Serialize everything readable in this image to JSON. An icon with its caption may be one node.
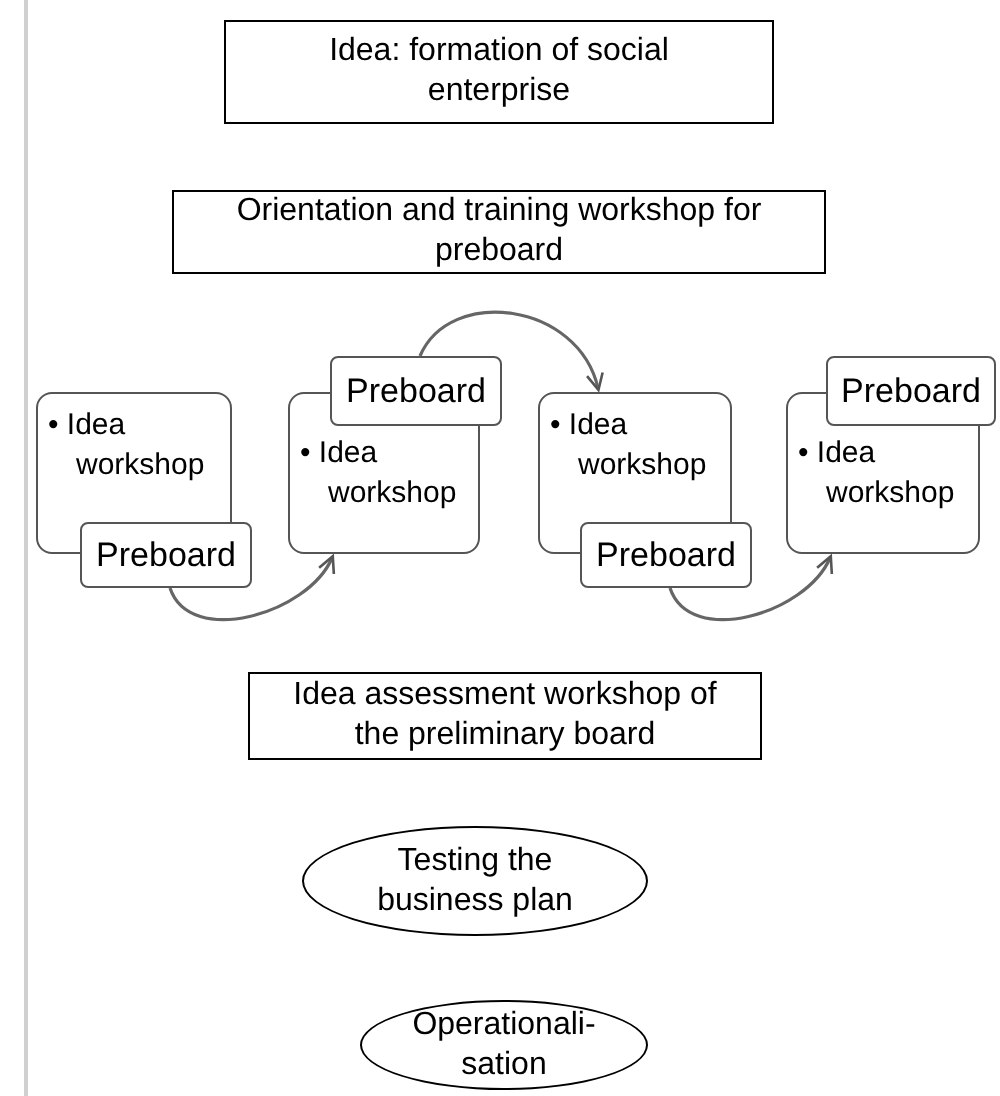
{
  "diagram": {
    "nodes": [
      {
        "text": [
          "Idea: formation of social enterprise"
        ]
      },
      {
        "text": [
          "Orientation and training workshop for preboard"
        ]
      },
      {
        "text": [
          "• Idea workshop"
        ]
      },
      {
        "text": [
          "Preboard"
        ]
      },
      {
        "text": [
          "Preboard"
        ]
      },
      {
        "text": [
          "• Idea workshop"
        ]
      },
      {
        "text": [
          "• Idea workshop"
        ]
      },
      {
        "text": [
          "Preboard"
        ]
      },
      {
        "text": [
          "Preboard"
        ]
      },
      {
        "text": [
          "• Idea workshop"
        ]
      },
      {
        "text": [
          "Idea assessment workshop of the preliminary board"
        ]
      },
      {
        "text": [
          "Testing the business plan"
        ]
      },
      {
        "text": [
          "Operationali- sation"
        ]
      }
    ],
    "edges": [
      {
        "from": 3,
        "to": 5,
        "arrow": "to"
      },
      {
        "from": 4,
        "to": 6,
        "arrow": "to"
      },
      {
        "from": 7,
        "to": 9,
        "arrow": "to"
      }
    ]
  }
}
